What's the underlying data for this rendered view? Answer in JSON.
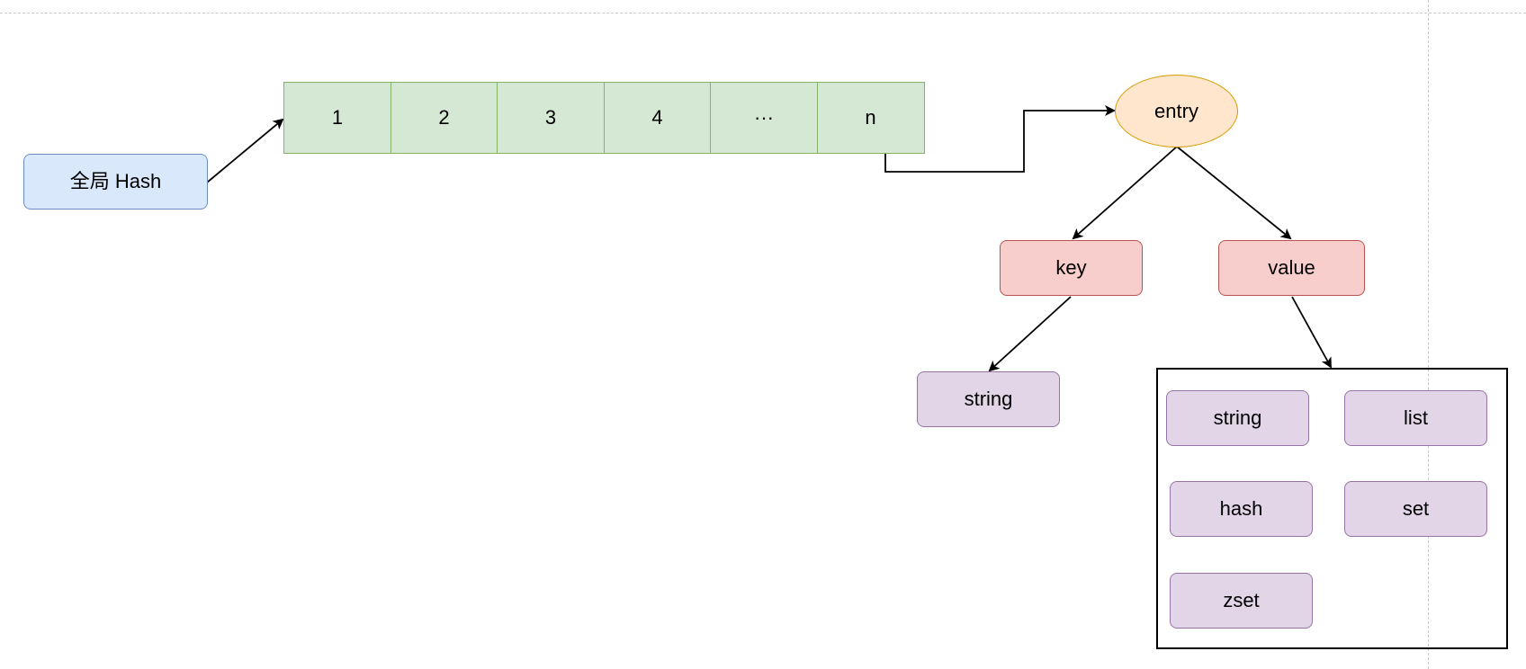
{
  "nodes": {
    "global_hash": "全局 Hash",
    "array_cells": [
      "1",
      "2",
      "3",
      "4",
      "···",
      "n"
    ],
    "entry": "entry",
    "key": "key",
    "value": "value",
    "key_type": "string",
    "value_types": [
      "string",
      "list",
      "hash",
      "set",
      "zset"
    ]
  },
  "colors": {
    "blue_fill": "#dae8fc",
    "blue_stroke": "#6c8ebf",
    "green_fill": "#d5e8d4",
    "green_stroke": "#82b366",
    "orange_fill": "#ffe6cc",
    "orange_stroke": "#d79b00",
    "red_fill": "#f8cecc",
    "red_stroke": "#b85450",
    "purple_fill": "#e1d5e7",
    "purple_stroke": "#9673a6"
  }
}
